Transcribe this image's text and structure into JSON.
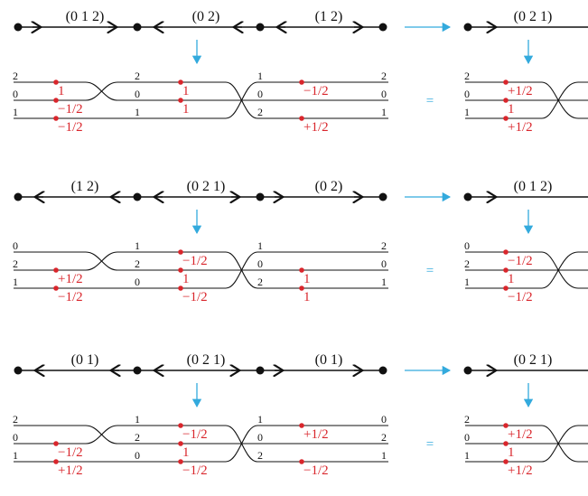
{
  "colors": {
    "ink": "#111111",
    "accent": "#33aadd",
    "weight": "#d9262c"
  },
  "rows": [
    {
      "top_perms": [
        "(0 1 2)",
        "(0 2)",
        "(1 2)"
      ],
      "result_perm": "(0 2 1)",
      "equals": "=",
      "left_strand_labels": [
        "2",
        "0",
        "1"
      ],
      "mid1_strand_labels": [
        "2",
        "0",
        "1"
      ],
      "mid2_strand_labels": [
        "1",
        "0",
        "2"
      ],
      "right_strand_labels": [
        "2",
        "0",
        "1"
      ],
      "weights_left": [
        "1",
        "−1/2",
        "−1/2"
      ],
      "weights_mid": [
        "1",
        "1"
      ],
      "weights_right": [
        "−1/2",
        "+1/2"
      ],
      "weights_result": [
        "+1/2",
        "1",
        "+1/2"
      ]
    },
    {
      "top_perms": [
        "(1 2)",
        "(0 2 1)",
        "(0 2)"
      ],
      "result_perm": "(0 1 2)",
      "equals": "=",
      "left_strand_labels": [
        "0",
        "2",
        "1"
      ],
      "mid1_strand_labels": [
        "1",
        "2",
        "0"
      ],
      "mid2_strand_labels": [
        "1",
        "0",
        "2"
      ],
      "right_strand_labels": [
        "2",
        "0",
        "1"
      ],
      "weights_left": [
        "+1/2",
        "−1/2"
      ],
      "weights_mid": [
        "−1/2",
        "1",
        "−1/2"
      ],
      "weights_right": [
        "1",
        "1"
      ],
      "weights_result": [
        "−1/2",
        "1",
        "−1/2"
      ]
    },
    {
      "top_perms": [
        "(0 1)",
        "(0 2 1)",
        "(0 1)"
      ],
      "result_perm": "(0 2 1)",
      "equals": "=",
      "left_strand_labels": [
        "2",
        "0",
        "1"
      ],
      "mid1_strand_labels": [
        "1",
        "2",
        "0"
      ],
      "mid2_strand_labels": [
        "1",
        "0",
        "2"
      ],
      "right_strand_labels": [
        "0",
        "2",
        "1"
      ],
      "weights_left": [
        "−1/2",
        "+1/2"
      ],
      "weights_mid": [
        "−1/2",
        "1",
        "−1/2"
      ],
      "weights_right": [
        "+1/2",
        "−1/2"
      ],
      "weights_result": [
        "+1/2",
        "1",
        "+1/2"
      ]
    }
  ]
}
